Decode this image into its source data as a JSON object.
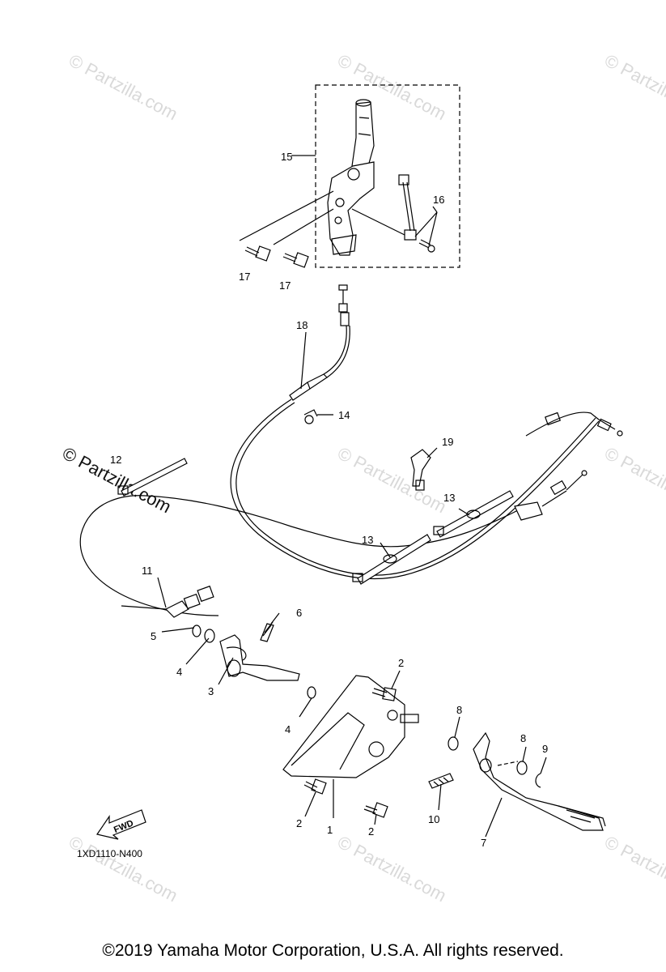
{
  "watermarks": {
    "light": "© Partzilla.com",
    "dark": "© Partzilla.com"
  },
  "callouts": {
    "c1": "1",
    "c2a": "2",
    "c2b": "2",
    "c2c": "2",
    "c3": "3",
    "c4a": "4",
    "c4b": "4",
    "c5": "5",
    "c6": "6",
    "c7": "7",
    "c8a": "8",
    "c8b": "8",
    "c9": "9",
    "c10": "10",
    "c11": "11",
    "c12": "12",
    "c13a": "13",
    "c13b": "13",
    "c14": "14",
    "c15": "15",
    "c16": "16",
    "c17a": "17",
    "c17b": "17",
    "c18": "18",
    "c19": "19"
  },
  "diagram_code": "1XD1110-N400",
  "fwd_label": "FWD",
  "copyright": "©2019 Yamaha Motor Corporation, U.S.A. All rights reserved.",
  "colors": {
    "line": "#000000",
    "watermark": "#d9d9d9"
  }
}
